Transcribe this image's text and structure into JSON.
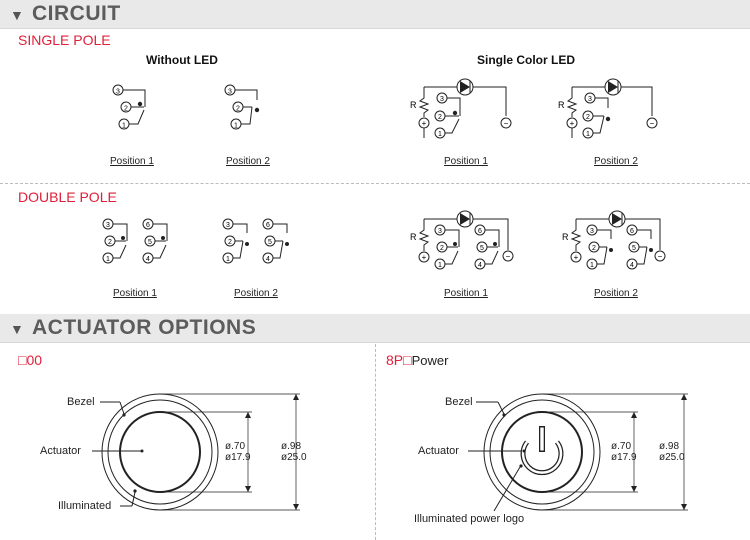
{
  "circuit": {
    "title": "CIRCUIT",
    "single_pole": "SINGLE POLE",
    "double_pole": "DOUBLE POLE",
    "without_led": "Without LED",
    "single_color_led": "Single Color LED",
    "position_1": "Position 1",
    "position_2": "Position 2",
    "terminals": [
      "1",
      "2",
      "3",
      "4",
      "5",
      "6"
    ],
    "resistor": "R",
    "plus": "+",
    "minus": "−"
  },
  "actuator_options": {
    "title": "ACTUATOR OPTIONS",
    "option_a": {
      "code": "□00",
      "name": ""
    },
    "option_b": {
      "code": "8P□",
      "name": "Power"
    },
    "bezel": "Bezel",
    "actuator": "Actuator",
    "illuminated": "Illuminated",
    "illuminated_power_logo": "Illuminated power logo",
    "dim_inner": [
      "ø.70",
      "ø17.9"
    ],
    "dim_outer": [
      "ø.98",
      "ø25.0"
    ]
  },
  "colors": {
    "accent_red": "#e0203a",
    "header_bg": "#e9e9e9",
    "header_text": "#5c5c5c"
  }
}
